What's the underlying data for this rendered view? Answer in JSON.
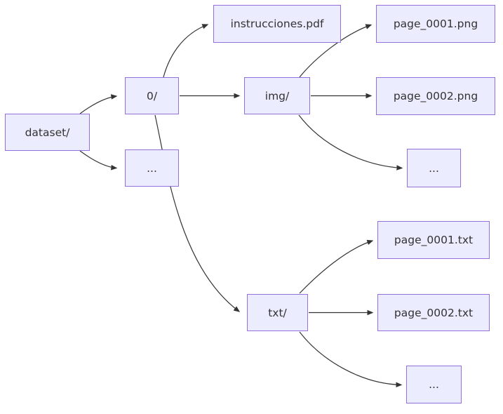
{
  "diagram": {
    "type": "flowchart",
    "direction": "left-to-right",
    "description": "Directory tree of a dataset folder",
    "colors": {
      "background": "#ffffff",
      "node_fill": "#ECECFF",
      "node_border": "#9370DB",
      "edge": "#333333",
      "text": "#333333"
    },
    "nodes": [
      {
        "id": "dataset",
        "label": "dataset/"
      },
      {
        "id": "zero",
        "label": "0/"
      },
      {
        "id": "dots-root",
        "label": "..."
      },
      {
        "id": "instrucciones",
        "label": "instrucciones.pdf"
      },
      {
        "id": "img",
        "label": "img/"
      },
      {
        "id": "page1png",
        "label": "page_0001.png"
      },
      {
        "id": "page2png",
        "label": "page_0002.png"
      },
      {
        "id": "dots-img",
        "label": "..."
      },
      {
        "id": "txt",
        "label": "txt/"
      },
      {
        "id": "page1txt",
        "label": "page_0001.txt"
      },
      {
        "id": "page2txt",
        "label": "page_0002.txt"
      },
      {
        "id": "dots-txt",
        "label": "..."
      }
    ],
    "edges": [
      {
        "from": "dataset",
        "to": "zero"
      },
      {
        "from": "dataset",
        "to": "dots-root"
      },
      {
        "from": "zero",
        "to": "instrucciones"
      },
      {
        "from": "zero",
        "to": "img"
      },
      {
        "from": "zero",
        "to": "txt"
      },
      {
        "from": "img",
        "to": "page1png"
      },
      {
        "from": "img",
        "to": "page2png"
      },
      {
        "from": "img",
        "to": "dots-img"
      },
      {
        "from": "txt",
        "to": "page1txt"
      },
      {
        "from": "txt",
        "to": "page2txt"
      },
      {
        "from": "txt",
        "to": "dots-txt"
      }
    ]
  }
}
